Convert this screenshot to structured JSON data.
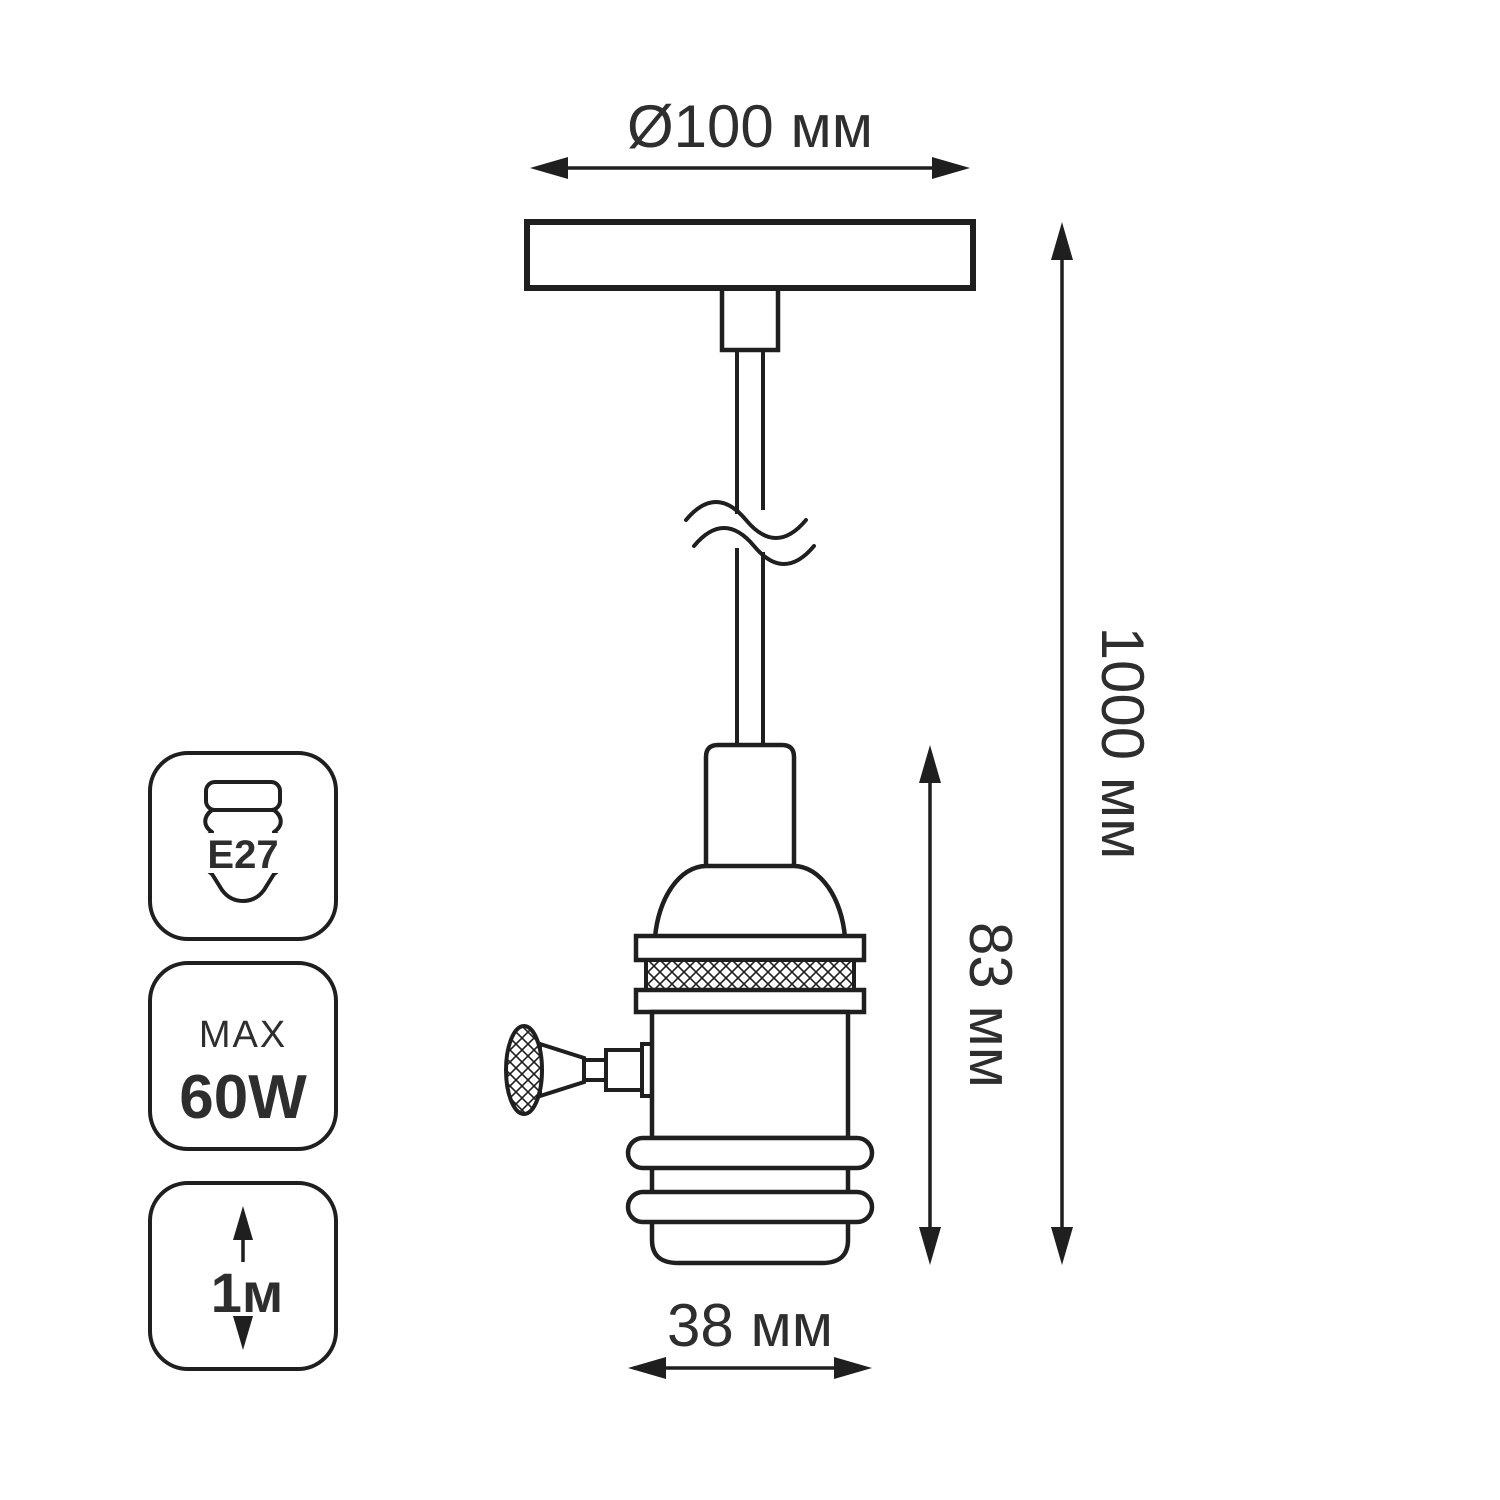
{
  "diagram": {
    "type": "technical-dimension-drawing",
    "subject": "E27 pendant lamp holder with ceiling canopy and suspension cable",
    "parts": [
      "ceiling-canopy",
      "cord-grip",
      "suspension-cable",
      "cable-break",
      "socket-neck",
      "socket-shoulder",
      "knurled-ring",
      "socket-body",
      "rotary-switch-knob",
      "bottom-rings",
      "bottom-cap"
    ],
    "colors": {
      "line": "#1f1f1f",
      "text": "#2e2e2e",
      "background": "#ffffff"
    }
  },
  "dimensions": {
    "canopy_diameter": "Ø100 мм",
    "overall_height": "1000 мм",
    "socket_height": "83 мм",
    "socket_diameter": "38 мм"
  },
  "badges": {
    "socket_type": {
      "label": "E27",
      "icon": "e27-base-icon"
    },
    "max_power": {
      "line1": "MAX",
      "line2": "60W"
    },
    "cable_length": {
      "label": "1м",
      "icon": "vertical-double-arrow-icon"
    }
  }
}
